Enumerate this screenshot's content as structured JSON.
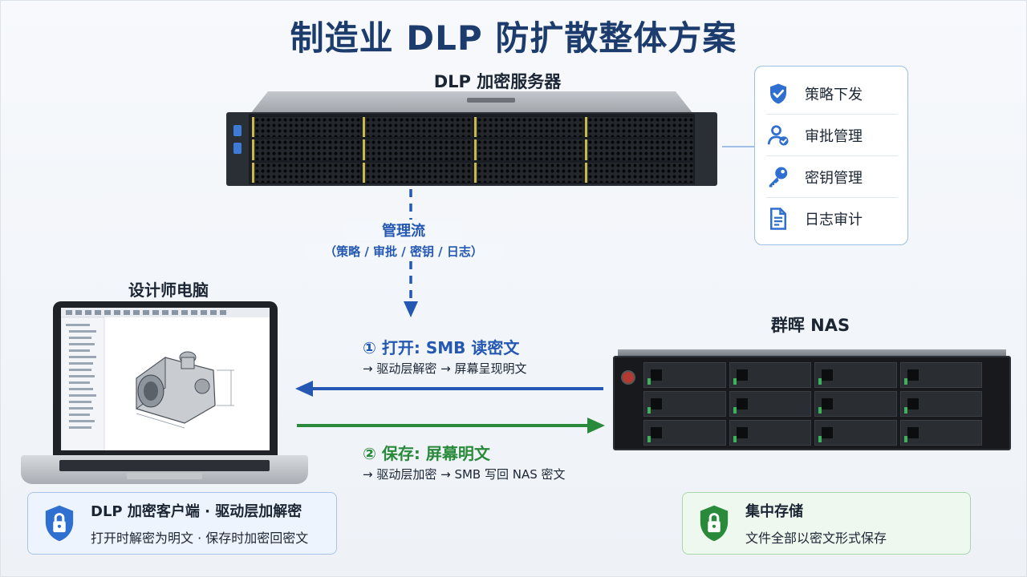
{
  "title": "制造业 DLP 防扩散整体方案",
  "server": {
    "label": "DLP 加密服务器"
  },
  "features": [
    {
      "icon": "shield-check-icon",
      "label": "策略下发"
    },
    {
      "icon": "user-check-icon",
      "label": "审批管理"
    },
    {
      "icon": "key-icon",
      "label": "密钥管理"
    },
    {
      "icon": "document-icon",
      "label": "日志审计"
    }
  ],
  "management_flow": {
    "title": "管理流",
    "subtitle": "（策略 / 审批 / 密钥 / 日志）"
  },
  "laptop": {
    "label": "设计师电脑"
  },
  "nas": {
    "label": "群晖 NAS"
  },
  "open_flow": {
    "title": "① 打开: SMB 读密文",
    "subtitle": "→ 驱动层解密 → 屏幕呈现明文"
  },
  "save_flow": {
    "title": "② 保存: 屏幕明文",
    "subtitle": "→ 驱动层加密 → SMB 写回 NAS 密文"
  },
  "client_box": {
    "title": "DLP 加密客户端 · 驱动层加解密",
    "subtitle": "打开时解密为明文 · 保存时加密回密文",
    "icon": "lock-shield-icon"
  },
  "storage_box": {
    "title": "集中存储",
    "subtitle": "文件全部以密文形式保存",
    "icon": "lock-shield-icon"
  },
  "colors": {
    "title": "#1c3c6e",
    "management": "#2458b3",
    "open_arrow": "#2458b3",
    "save_arrow": "#2a8a3c"
  }
}
